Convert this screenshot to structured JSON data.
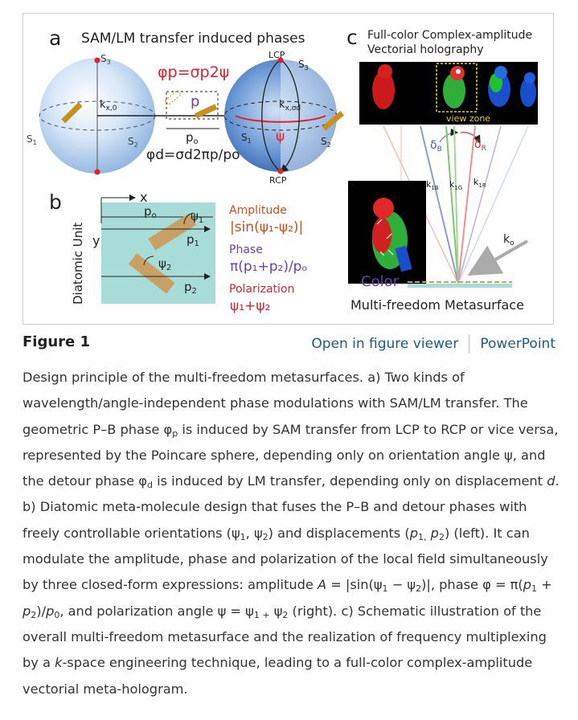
{
  "figure": {
    "panel_a": {
      "letter": "a",
      "title": "SAM/LM transfer induced phases",
      "s3_left": "S",
      "s3_sub": "3",
      "s1": "S",
      "s1_sub": "1",
      "s2": "S",
      "s2_sub": "2",
      "kx0": "k",
      "kx0_sub": "x,0",
      "kxsd": "k",
      "kxsd_sub": "x,σd",
      "p_label": "p",
      "p0_label": "p",
      "p0_sub": "o",
      "psi_symbol": "ψ",
      "eq_top": "φp=σp2ψ",
      "eq_bottom": "φd=σd2πp/po",
      "lcp": "LCP",
      "rcp": "RCP"
    },
    "panel_b": {
      "letter": "b",
      "side_label": "Diatomic Unit",
      "x_axis": "x",
      "y_axis": "y",
      "p0": "p",
      "p0_sub": "o",
      "psi1": "ψ",
      "psi1_sub": "1",
      "p1": "p",
      "p1_sub": "1",
      "psi2": "ψ",
      "psi2_sub": "2",
      "p2": "p",
      "p2_sub": "2",
      "amplitude_title": "Amplitude",
      "amplitude_expr": "|sin(ψ₁-ψ₂)|",
      "phase_title": "Phase",
      "phase_expr": "π(p₁+p₂)/pₒ",
      "polarization_title": "Polarization",
      "polarization_expr": "ψ₁+ψ₂"
    },
    "panel_c": {
      "letter": "c",
      "title_line1": "Full-color Complex-amplitude",
      "title_line2": "Vectorial holography",
      "view_zone": "view zone",
      "delta_b": "δ",
      "delta_b_sub": "B",
      "delta_r": "δ",
      "delta_r_sub": "R",
      "k1b": "k",
      "k1b_sub": "1B",
      "k1g": "k",
      "k1g_sub": "1G",
      "k1r": "k",
      "k1r_sub": "1R",
      "k0": "k",
      "k0_sub": "o",
      "color_label": "Color",
      "bottom_label": "Multi-freedom Metasurface"
    },
    "colors": {
      "sphere_blue": "#5b8fd4",
      "red": "#e0202a",
      "purple": "#6a3fb0",
      "orange_text": "#c8501e",
      "rod": "#c89a5a",
      "teal": "#a8dcd8",
      "link_blue": "#1b5b8e"
    }
  },
  "header": {
    "figure_label": "Figure 1",
    "open_viewer": "Open in figure viewer",
    "powerpoint": "PowerPoint"
  },
  "caption": {
    "s1": "Design principle of the multi-freedom metasurfaces. a) Two kinds of wavelength/angle-independent phase modulations with SAM/LM transfer. The geometric P–B phase φ",
    "s1_sub": "p",
    "s2": " is induced by SAM transfer from LCP to RCP or vice versa, represented by the Poincare sphere, depending only on orientation angle ψ, and the detour phase φ",
    "s2_sub": "d",
    "s3": " is induced by LM transfer, depending only on displacement ",
    "s3_it": "d",
    "s4": ". b) Diatomic meta-molecule design that fuses the P–B and detour phases with freely controllable orientations (ψ",
    "s4_sub1": "1",
    "s4_mid": ", ψ",
    "s4_sub2": "2",
    "s5": ") and displacements (",
    "s5_it1": "p",
    "s5_sub1": "1,",
    "s5_mid": " ",
    "s5_it2": "p",
    "s5_sub2": "2",
    "s6": ") (left). It can modulate the amplitude, phase and polarization of the local field simultaneously by three closed-form expressions: amplitude ",
    "s6_it": "A",
    "s7": " = |sin(ψ",
    "s7_sub1": "1",
    "s7_mid": " − ψ",
    "s7_sub2": "2",
    "s8": ")|, phase φ = π(",
    "s8_it1": "p",
    "s8_sub1": "1",
    "s8_mid": " + ",
    "s8_it2": "p",
    "s8_sub2": "2",
    "s9": ")/",
    "s9_it": "p",
    "s9_sub": "0",
    "s10": ", and polarization angle ψ = ψ",
    "s10_sub1": "1 +",
    "s10_mid": " ψ",
    "s10_sub2": "2",
    "s11": " (right). c) Schematic illustration of the overall multi-freedom metasurface and the realization of frequency multiplexing by a ",
    "s11_it": "k",
    "s12": "-space engineering technique, leading to a full-color complex-amplitude vectorial meta-hologram."
  }
}
